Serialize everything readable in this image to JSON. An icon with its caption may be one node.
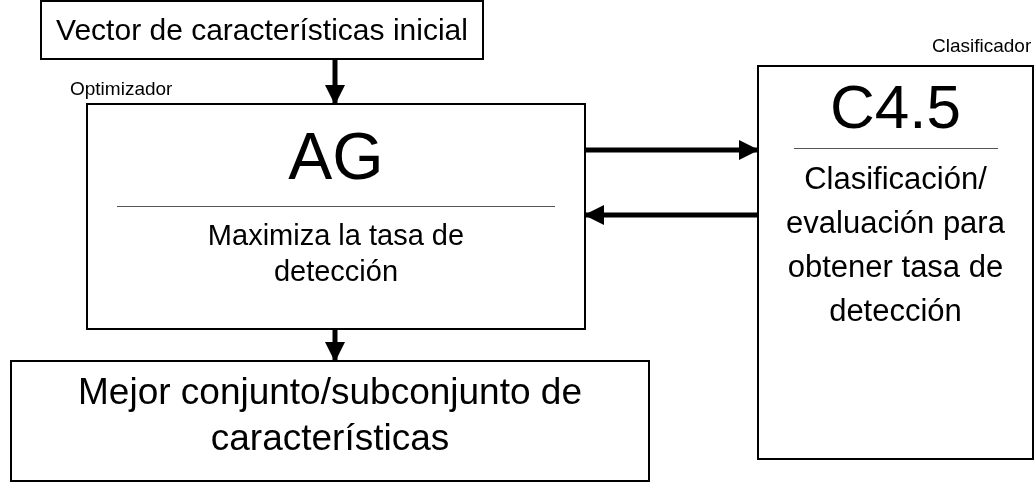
{
  "diagram": {
    "nodes": [
      {
        "text": [
          "Vector de características inicial"
        ]
      },
      {
        "text": [
          "AG",
          "Maximiza la tasa de detección"
        ],
        "beside": [
          "Optimizador"
        ]
      },
      {
        "text": [
          "C4.5",
          "Clasificación/ evaluación para obtener tasa de detección"
        ],
        "beside": [
          "Clasificador"
        ]
      },
      {
        "text": [
          "Mejor conjunto/subconjunto de características"
        ]
      }
    ],
    "edges": [
      {
        "from": 0,
        "to": 1,
        "arrow": "to"
      },
      {
        "from": 1,
        "to": 2,
        "arrow": "to"
      },
      {
        "from": 2,
        "to": 1,
        "arrow": "to"
      },
      {
        "from": 1,
        "to": 3,
        "arrow": "to"
      }
    ]
  }
}
